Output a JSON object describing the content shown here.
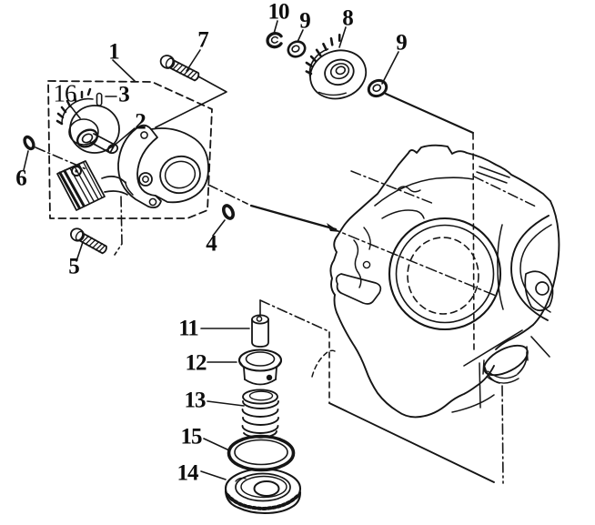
{
  "figure": {
    "type": "exploded-parts-diagram",
    "background_color": "#ffffff",
    "line_color": "#151515",
    "callouts": [
      {
        "label": "1",
        "part": "oil-pump-assembly"
      },
      {
        "label": "2",
        "part": "pump-drive-shaft"
      },
      {
        "label": "3",
        "part": "dowel-pin"
      },
      {
        "label": "4",
        "part": "o-ring-right"
      },
      {
        "label": "5",
        "part": "mounting-bolt-lower"
      },
      {
        "label": "6",
        "part": "o-ring-left"
      },
      {
        "label": "7",
        "part": "mounting-bolt-upper"
      },
      {
        "label": "8",
        "part": "driven-gear"
      },
      {
        "label": "9",
        "part": "washer-left"
      },
      {
        "label": "9",
        "part": "washer-right"
      },
      {
        "label": "10",
        "part": "snap-ring"
      },
      {
        "label": "11",
        "part": "relief-valve-plunger"
      },
      {
        "label": "12",
        "part": "valve-seat"
      },
      {
        "label": "13",
        "part": "valve-spring"
      },
      {
        "label": "14",
        "part": "strainer-cap"
      },
      {
        "label": "15",
        "part": "o-ring-large"
      },
      {
        "label": "16",
        "part": "pump-gear"
      }
    ]
  }
}
